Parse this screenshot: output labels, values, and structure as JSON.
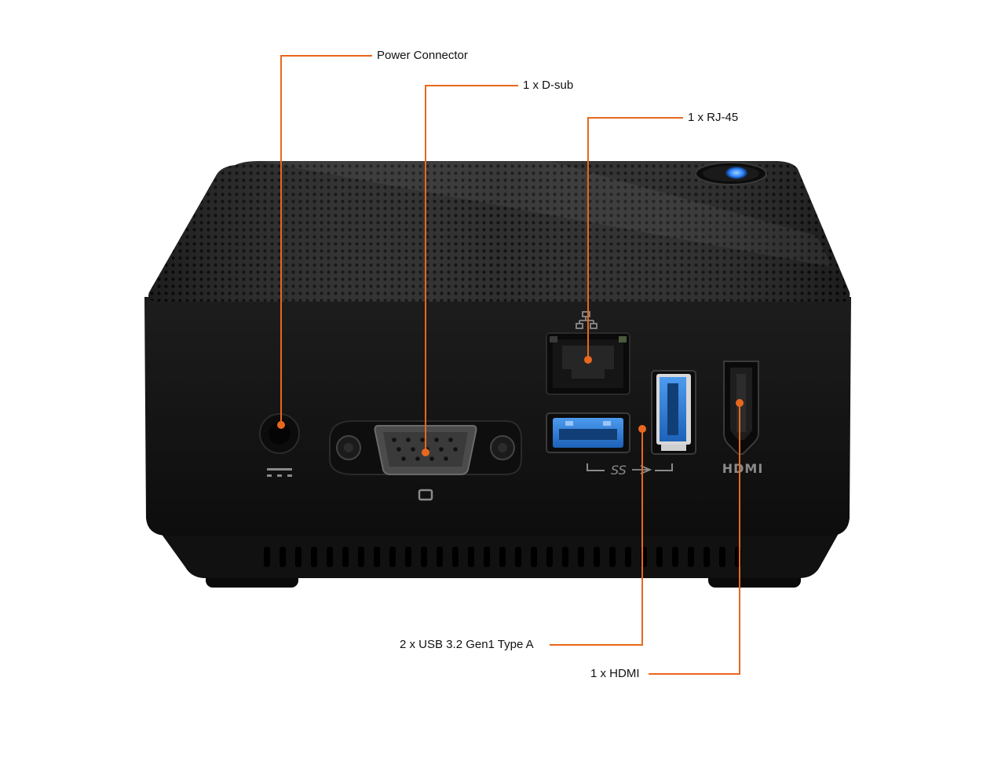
{
  "colors": {
    "callout": "#E8671E",
    "chassis": "#161616",
    "chassis_top": "#232323",
    "usb_blue": "#2E7FD6",
    "power_led": "#3A8DFF"
  },
  "callouts": {
    "power": "Power Connector",
    "dsub": "1 x D-sub",
    "rj45": "1 x RJ-45",
    "usb": "2 x USB 3.2 Gen1 Type A",
    "hdmi": "1 x HDMI"
  },
  "port_markings": {
    "usb_logo": "SS",
    "hdmi_logo": "HDMI"
  }
}
